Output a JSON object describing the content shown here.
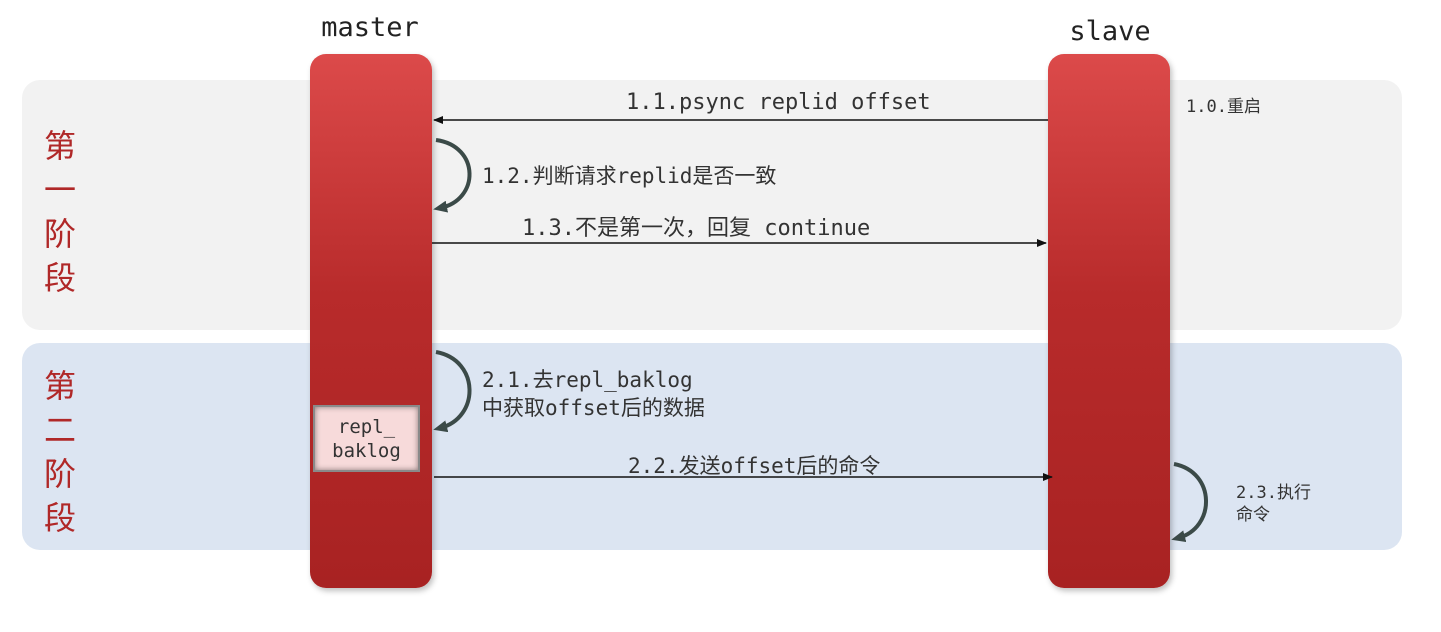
{
  "phases": [
    {
      "title": "第\n一\n阶\n段"
    },
    {
      "title": "第\n二\n阶\n段"
    }
  ],
  "nodes": {
    "master": "master",
    "slave": "slave"
  },
  "backlog_box": "repl_\nbaklog",
  "messages": {
    "m1_0": "1.0.重启",
    "m1_1": "1.1.psync replid offset",
    "m1_2": "1.2.判断请求replid是否一致",
    "m1_3": "1.3.不是第一次，回复 continue",
    "m2_1": "2.1.去repl_baklog\n中获取offset后的数据",
    "m2_2": "2.2.发送offset后的命令",
    "m2_3": "2.3.执行\n命令"
  },
  "colors": {
    "phase_title": "#b02828",
    "lifeline": "#c0302f",
    "phase1_band": "#f2f2f2",
    "phase2_band": "#dce5f2"
  }
}
